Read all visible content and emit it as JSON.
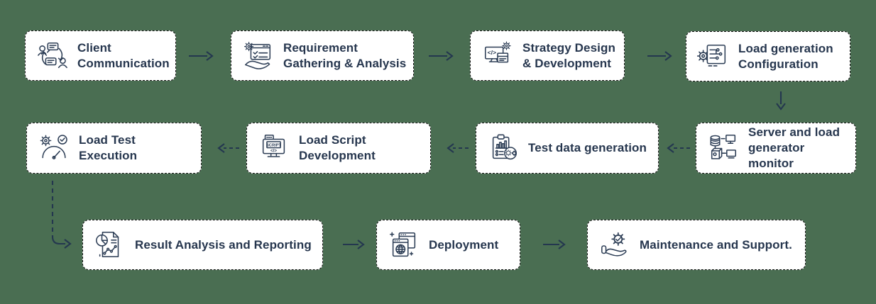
{
  "diagram": {
    "colors": {
      "background": "#4A6E52",
      "box_fill": "#FFFFFF",
      "box_border": "#131313",
      "text": "#26364E",
      "icon_stroke": "#2C3D55",
      "arrow": "#24374F"
    },
    "icon_text": {
      "script": "SCRIPT",
      "code": "</>"
    },
    "steps": [
      {
        "label": "Client\nCommunication",
        "icon": "client-communication-icon"
      },
      {
        "label": "Requirement\nGathering & Analysis",
        "icon": "requirement-gathering-analysis-icon"
      },
      {
        "label": "Strategy Design\n& Development",
        "icon": "strategy-design-development-icon"
      },
      {
        "label": "Load generation\nConfiguration",
        "icon": "load-generation-configuration-icon"
      },
      {
        "label": "Server and load\ngenerator monitor",
        "icon": "server-load-generator-monitor-icon"
      },
      {
        "label": "Test data generation",
        "icon": "test-data-generation-icon"
      },
      {
        "label": "Load Script\nDevelopment",
        "icon": "load-script-development-icon"
      },
      {
        "label": "Load Test Execution",
        "icon": "load-test-execution-icon"
      },
      {
        "label": "Result Analysis and Reporting",
        "icon": "result-analysis-reporting-icon"
      },
      {
        "label": "Deployment",
        "icon": "deployment-icon"
      },
      {
        "label": "Maintenance and Support.",
        "icon": "maintenance-support-icon"
      }
    ],
    "connections": [
      {
        "from": "Client Communication",
        "to": "Requirement Gathering & Analysis",
        "direction": "right"
      },
      {
        "from": "Requirement Gathering & Analysis",
        "to": "Strategy Design & Development",
        "direction": "right"
      },
      {
        "from": "Strategy Design & Development",
        "to": "Load generation Configuration",
        "direction": "right"
      },
      {
        "from": "Load generation Configuration",
        "to": "Server and load generator monitor",
        "direction": "down"
      },
      {
        "from": "Server and load generator monitor",
        "to": "Test data generation",
        "direction": "left"
      },
      {
        "from": "Test data generation",
        "to": "Load Script Development",
        "direction": "left"
      },
      {
        "from": "Load Script Development",
        "to": "Load Test Execution",
        "direction": "left"
      },
      {
        "from": "Load Test Execution",
        "to": "Result Analysis and Reporting",
        "direction": "down-right"
      },
      {
        "from": "Result Analysis and Reporting",
        "to": "Deployment",
        "direction": "right"
      },
      {
        "from": "Deployment",
        "to": "Maintenance and Support.",
        "direction": "right"
      }
    ]
  }
}
